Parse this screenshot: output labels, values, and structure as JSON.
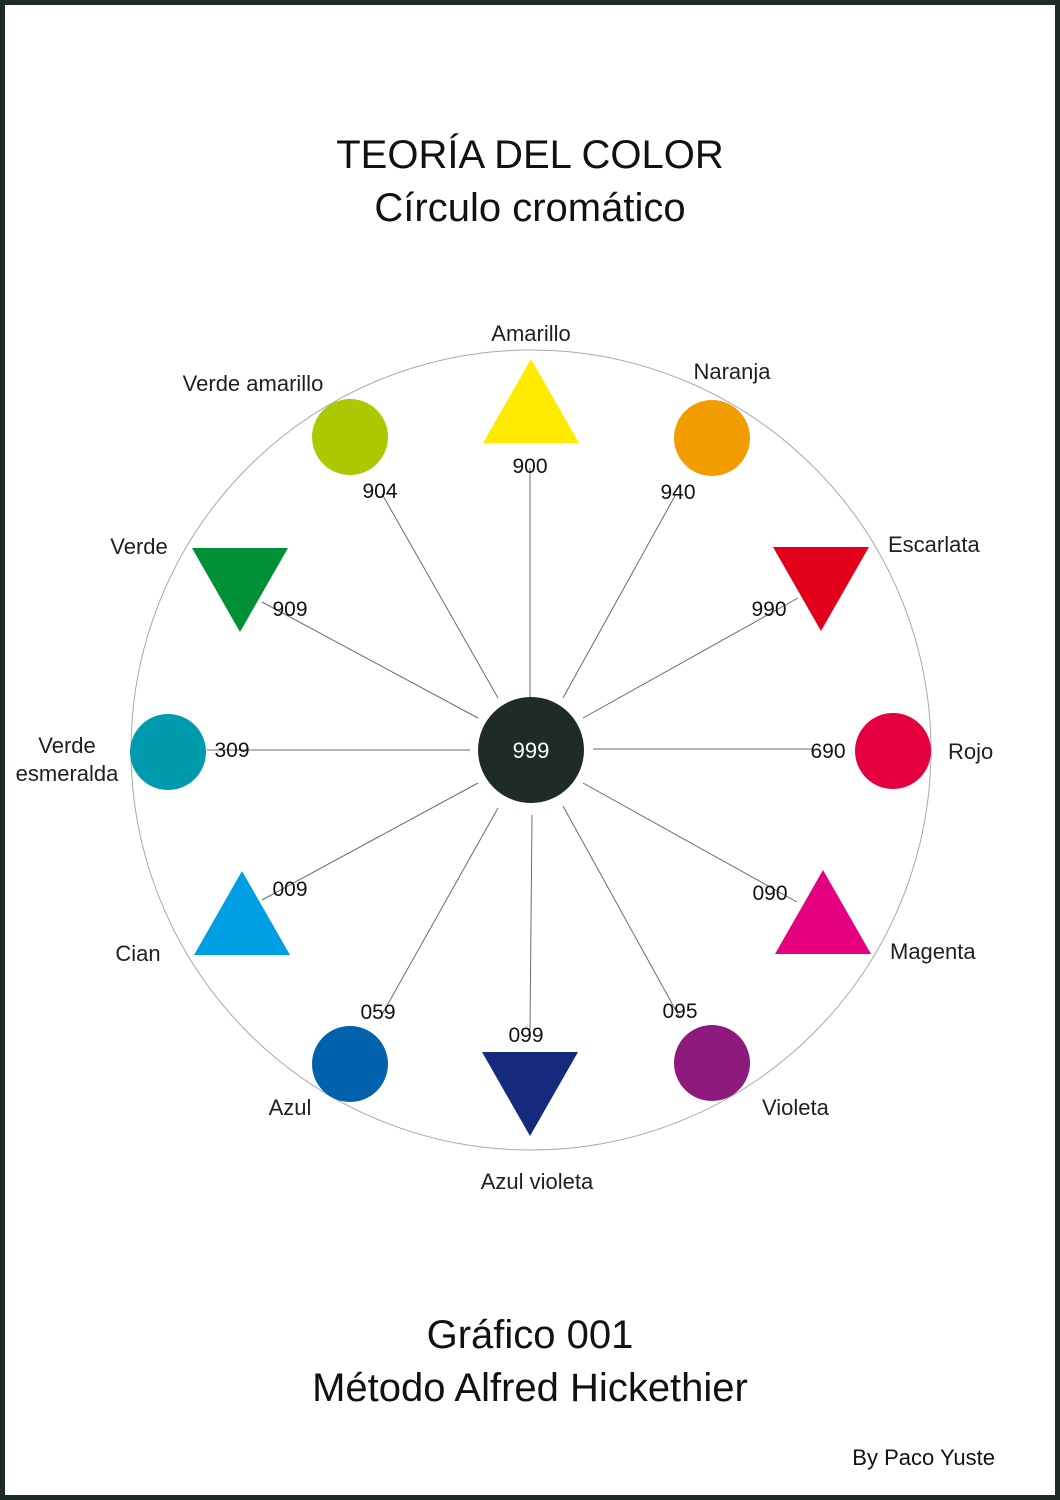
{
  "title": "TEORÍA DEL COLOR",
  "subtitle": "Círculo cromático",
  "footer_title": "Gráfico 001",
  "footer_subtitle": "Método Alfred Hickethier",
  "credit": "By Paco Yuste",
  "center": {
    "code": "999",
    "color": "#1e2b26"
  },
  "colors": [
    {
      "id": "amarillo",
      "name": [
        "Amarillo"
      ],
      "code": "900",
      "color": "#ffea00",
      "shape": "triangle-up"
    },
    {
      "id": "naranja",
      "name": [
        "Naranja"
      ],
      "code": "940",
      "color": "#f39c00",
      "shape": "circle"
    },
    {
      "id": "escarlata",
      "name": [
        "Escarlata"
      ],
      "code": "990",
      "color": "#e2001a",
      "shape": "triangle-down"
    },
    {
      "id": "rojo",
      "name": [
        "Rojo"
      ],
      "code": "690",
      "color": "#e5003f",
      "shape": "circle"
    },
    {
      "id": "magenta",
      "name": [
        "Magenta"
      ],
      "code": "090",
      "color": "#e4007f",
      "shape": "triangle-up"
    },
    {
      "id": "violeta",
      "name": [
        "Violeta"
      ],
      "code": "095",
      "color": "#8f1a7e",
      "shape": "circle"
    },
    {
      "id": "azul-violeta",
      "name": [
        "Azul violeta"
      ],
      "code": "099",
      "color": "#15297f",
      "shape": "triangle-down"
    },
    {
      "id": "azul",
      "name": [
        "Azul"
      ],
      "code": "059",
      "color": "#0061ad",
      "shape": "circle"
    },
    {
      "id": "cian",
      "name": [
        "Cian"
      ],
      "code": "009",
      "color": "#009fe3",
      "shape": "triangle-up"
    },
    {
      "id": "verde-esmeralda",
      "name": [
        "Verde",
        "esmeralda"
      ],
      "code": "309",
      "color": "#009aad",
      "shape": "circle"
    },
    {
      "id": "verde",
      "name": [
        "Verde"
      ],
      "code": "909",
      "color": "#009036",
      "shape": "triangle-down"
    },
    {
      "id": "verde-amarillo",
      "name": [
        "Verde amarillo"
      ],
      "code": "904",
      "color": "#abc800",
      "shape": "circle"
    }
  ]
}
